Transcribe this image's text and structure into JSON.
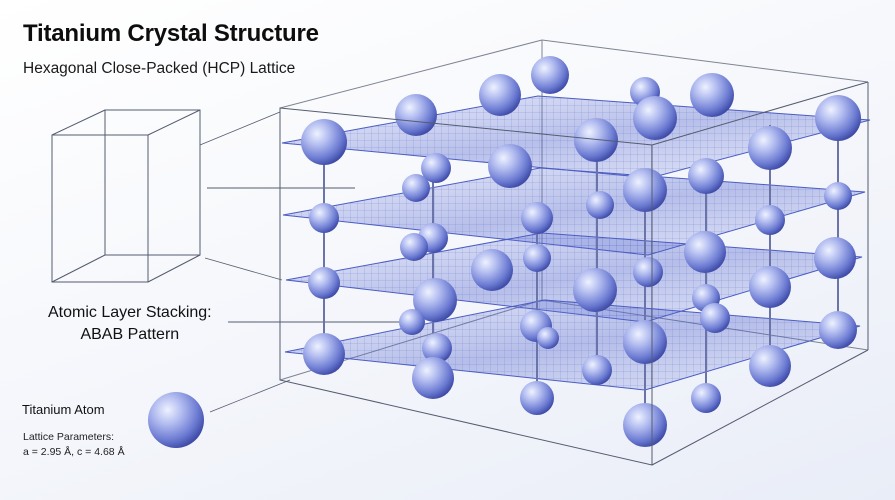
{
  "title": "Titanium Crystal Structure",
  "subtitle": "Hexagonal Close-Packed (HCP) Lattice",
  "labels": {
    "layer_stacking_line1": "Atomic Layer Stacking:",
    "layer_stacking_line2": "ABAB Pattern",
    "atom": "Titanium Atom",
    "lattice_parameters_title": "Lattice Parameters:",
    "lattice_parameters_values": "a = 2.95 Å, c = 4.68 Å"
  },
  "colors": {
    "atom_highlight": "#eef2ff",
    "atom_mid": "#8c9ae0",
    "atom_dark": "#3d4aa6",
    "layer_fill": "#5a6fd6",
    "grid_line": "#4b5cc4",
    "box_line": "#555c70"
  },
  "structure": {
    "layer_count": 4,
    "stacking": "ABAB"
  }
}
